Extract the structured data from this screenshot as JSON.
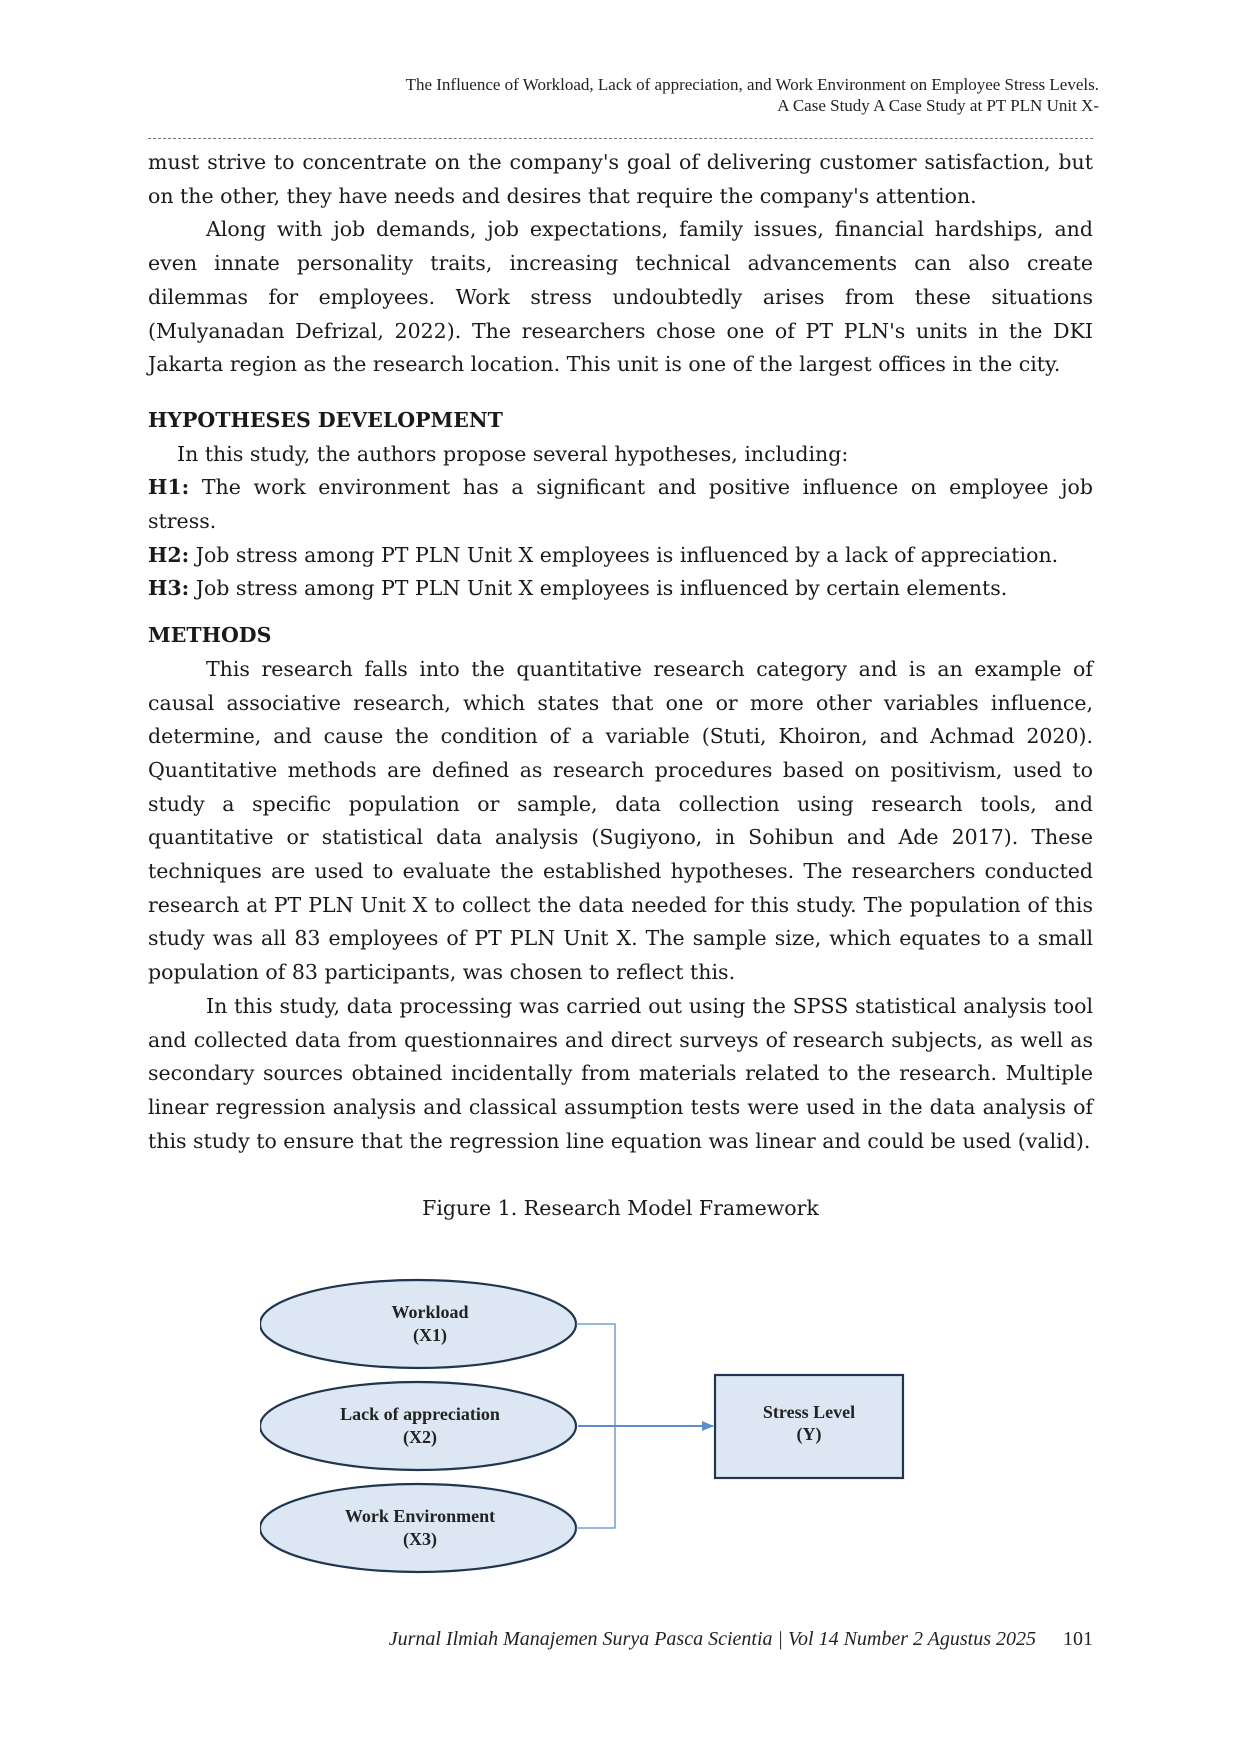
{
  "header": {
    "line1": "The Influence of Workload, Lack of appreciation, and Work Environment on Employee Stress Levels.",
    "line2": "A Case Study A Case Study at PT PLN Unit X-"
  },
  "paragraphs": {
    "p1": "must strive to concentrate on the company's goal of delivering customer satisfaction, but on the other, they have needs and desires that require the company's attention.",
    "p2": "Along with job demands, job expectations, family issues, financial hardships, and even innate personality traits, increasing technical advancements can also create dilemmas for employees. Work stress undoubtedly arises from these situations (Mulyanadan Defrizal, 2022). The researchers chose one of PT PLN's units in the DKI Jakarta region as the research location. This unit is one of the largest offices in the city."
  },
  "hypotheses": {
    "heading": "HYPOTHESES DEVELOPMENT",
    "intro": "In this study, the authors propose several hypotheses, including:",
    "items": [
      {
        "label": "H1:",
        "text": " The work environment has a significant and positive influence on employee job stress."
      },
      {
        "label": "H2:",
        "text": " Job stress among PT PLN Unit X employees is influenced by a lack of appreciation."
      },
      {
        "label": "H3:",
        "text": " Job stress among PT PLN Unit X employees is influenced by certain elements."
      }
    ]
  },
  "methods": {
    "heading": "METHODS",
    "p1": "This research falls into the quantitative research category and is an example of causal associative research, which states that one or more other variables influence, determine, and cause the condition of a variable (Stuti, Khoiron, and Achmad 2020). Quantitative methods are defined as research procedures based on positivism, used to study a specific population or sample, data collection using research tools, and quantitative or statistical data analysis (Sugiyono, in Sohibun and Ade 2017). These techniques are used to evaluate the established hypotheses. The researchers conducted research at PT PLN Unit X to collect the data needed for this study. The population of this study was all 83 employees of PT PLN Unit X. The sample size, which equates to a small population of 83 participants, was chosen to reflect this.",
    "p2": "In this study, data processing was carried out using the SPSS statistical analysis tool and collected data from questionnaires and direct surveys of research subjects, as well as secondary sources obtained incidentally from materials related to the research. Multiple linear regression analysis and classical assumption tests were used in the data analysis of this study to ensure that the regression line equation was linear and could be used (valid)."
  },
  "figure": {
    "caption": "Figure 1. Research Model Framework",
    "fill_color": "#dce7f3",
    "stroke_color": "#1f3550",
    "arrow_color": "#5b8fc7",
    "nodes": {
      "x1": {
        "name": "Workload",
        "code": "(X1)"
      },
      "x2": {
        "name": "Lack of appreciation",
        "code": "(X2)"
      },
      "x3": {
        "name": "Work Environment",
        "code": "(X3)"
      },
      "y": {
        "name": "Stress Level",
        "code": "(Y)"
      }
    }
  },
  "footer": {
    "journal": "Jurnal Ilmiah Manajemen Surya Pasca Scientia | Vol 14 Number 2 Agustus 2025",
    "page": "101"
  }
}
